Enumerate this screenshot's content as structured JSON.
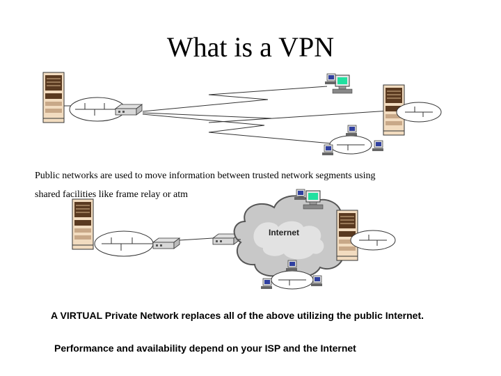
{
  "title": "What is a VPN",
  "paragraph": {
    "line1": "Public networks are used to move information between trusted network segments using",
    "line2": "shared facilities like frame relay or atm"
  },
  "cloud_label": "Internet",
  "bullets": {
    "virtual": "A VIRTUAL Private Network replaces all of the above utilizing the public Internet.",
    "performance": "Performance and availability depend on your ISP and the Internet"
  },
  "colors": {
    "monitor_screen": "#22e0a0",
    "cloud": "#c8c8c8",
    "server_body": "#f2dcc0",
    "server_panel": "#5a3a20"
  }
}
